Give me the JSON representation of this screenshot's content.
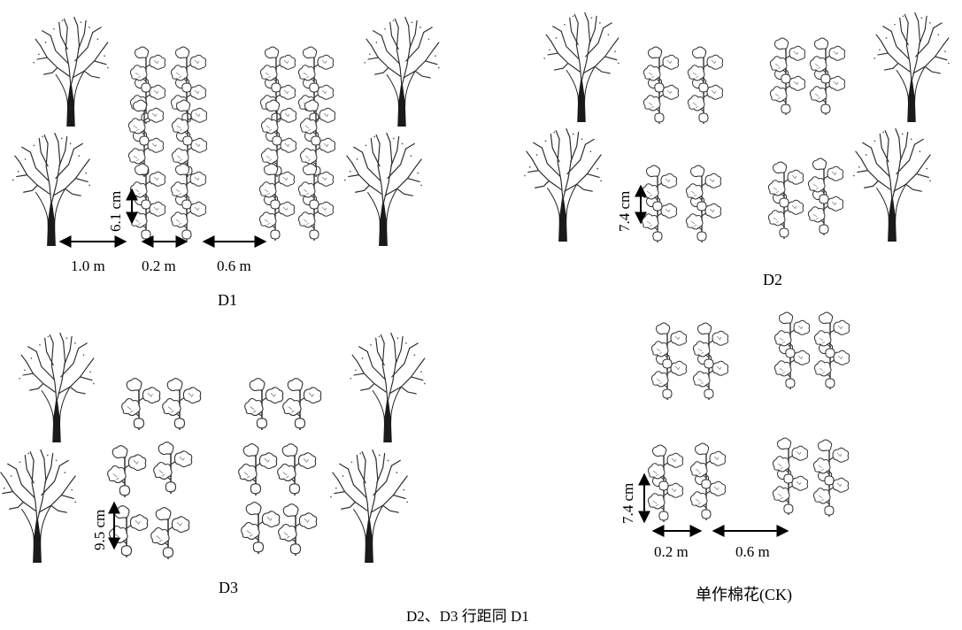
{
  "panels": {
    "d1": {
      "caption": "D1",
      "vertical_spacing": "6.1 cm",
      "tree_gap": "1.0 m",
      "narrow_row": "0.2 m",
      "wide_row": "0.6 m"
    },
    "d2": {
      "caption": "D2",
      "vertical_spacing": "7.4 cm"
    },
    "d3": {
      "caption": "D3",
      "vertical_spacing": "9.5 cm"
    },
    "ck": {
      "caption": "单作棉花(CK)",
      "vertical_spacing": "7.4 cm",
      "narrow_row": "0.2 m",
      "wide_row": "0.6 m"
    }
  },
  "footnote": "D2、D3 行距同 D1",
  "icons": {
    "tree": "bare-deciduous-tree-icon",
    "cotton": "cotton-plant-icon",
    "arrow": "double-headed-arrow-icon"
  },
  "colors": {
    "trunk": "#1a1a1a",
    "branch": "#2a2a2a",
    "cotton_boll": "#ffffff",
    "cotton_outline": "#333333",
    "arrow": "#000000"
  }
}
